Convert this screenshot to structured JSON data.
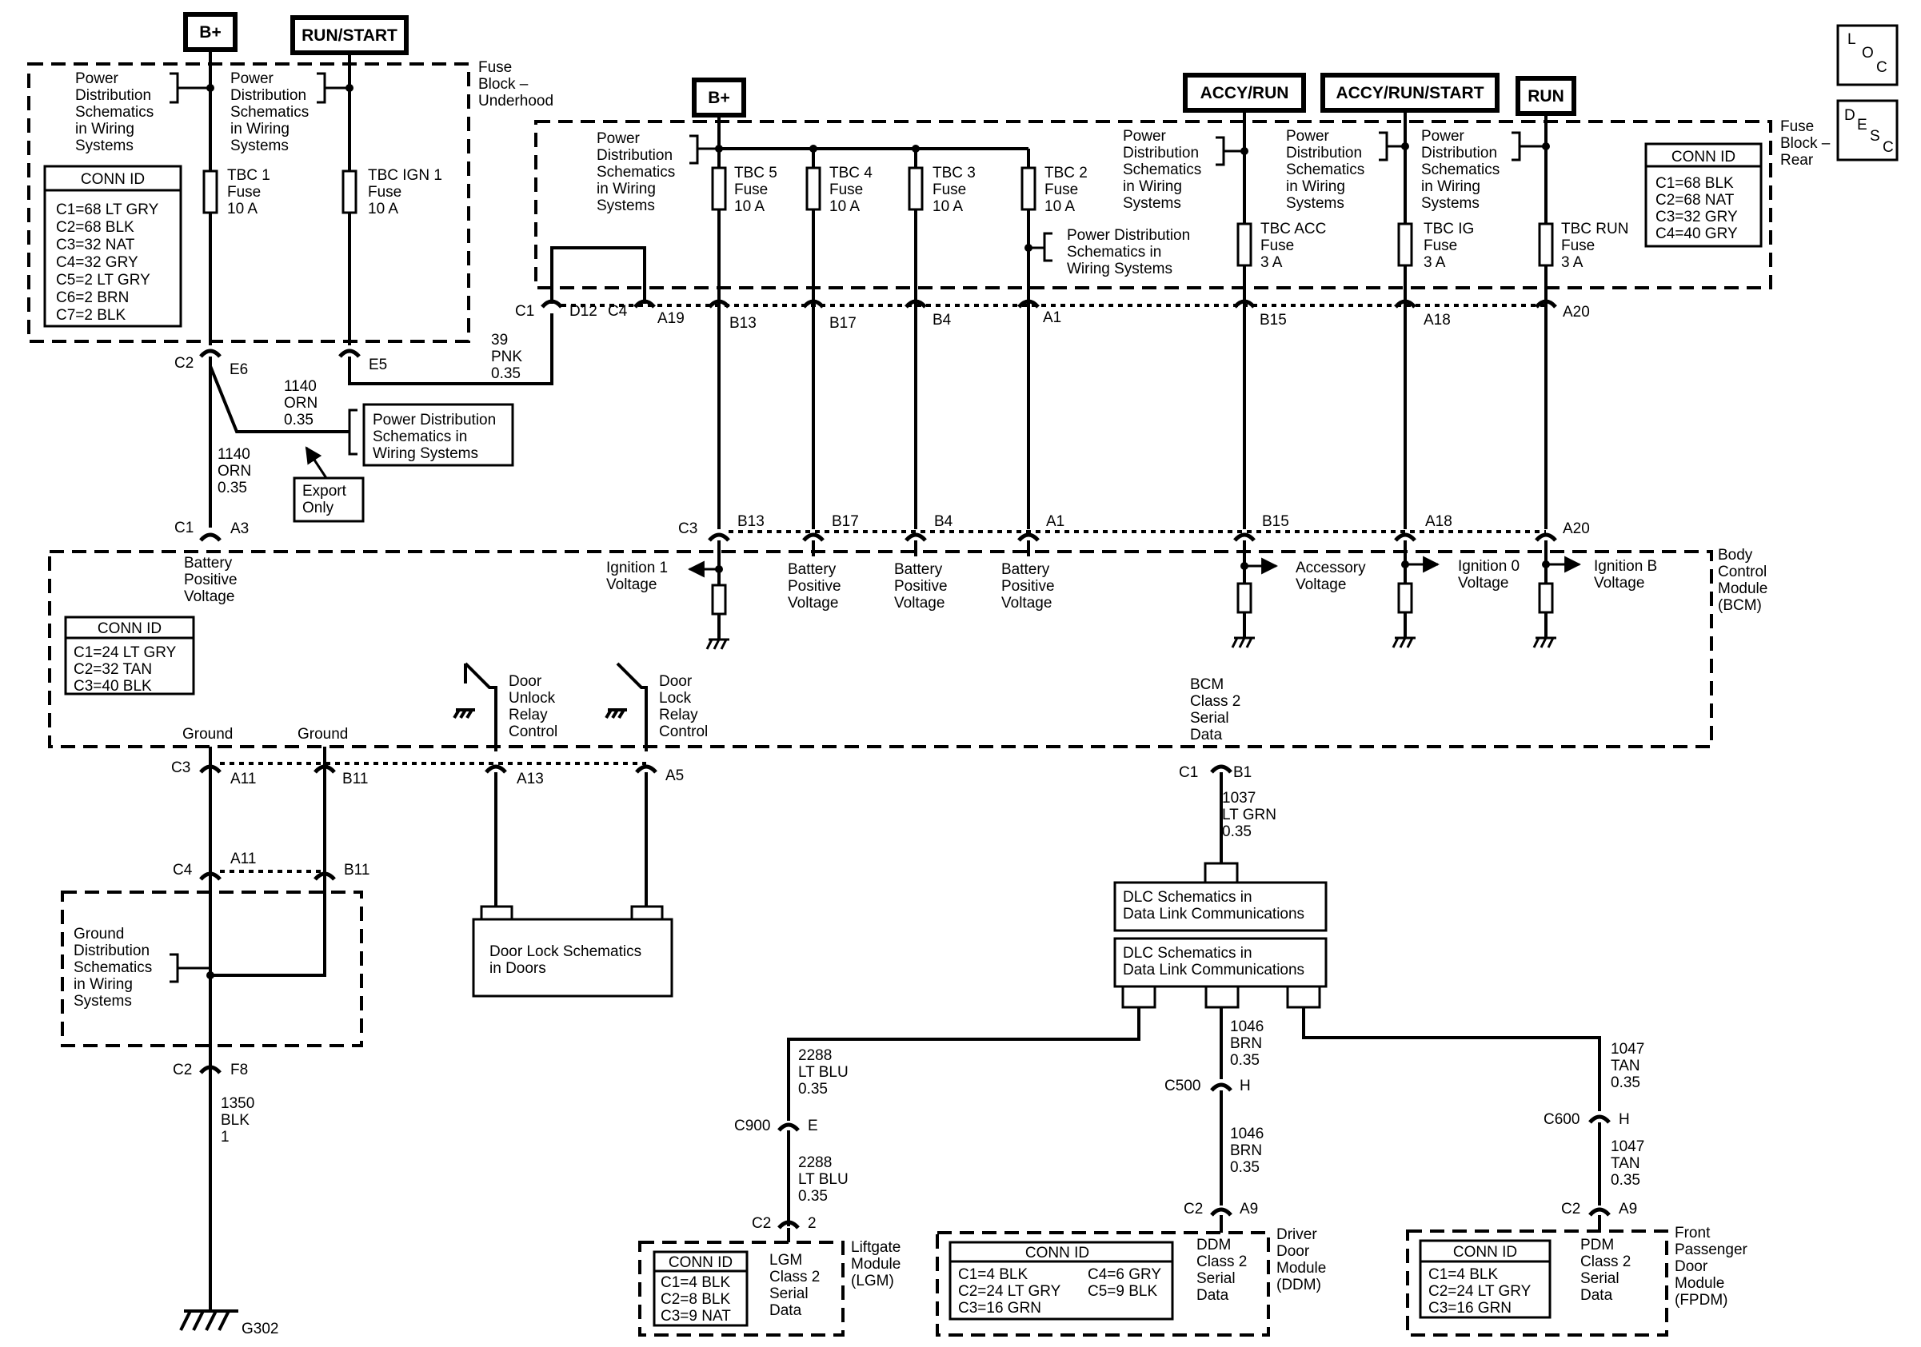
{
  "power_sources": {
    "bplus_left": "B+",
    "run_start": "RUN/START",
    "bplus_rear": "B+",
    "accy_run": "ACCY/RUN",
    "accy_run_start": "ACCY/RUN/START",
    "run": "RUN"
  },
  "corner": {
    "loc": [
      "L",
      "O",
      "C"
    ],
    "desc": [
      "D",
      "E",
      "S",
      "C"
    ]
  },
  "pds_lines": [
    "Power",
    "Distribution",
    "Schematics",
    "in Wiring",
    "Systems"
  ],
  "pds_box_lines": [
    "Power Distribution",
    "Schematics in",
    "Wiring Systems"
  ],
  "pds_inline_lines": [
    "Power Distribution",
    "Schematics in",
    "Wiring Systems"
  ],
  "export_only": [
    "Export",
    "Only"
  ],
  "fuse_block_underhood": [
    "Fuse",
    "Block –",
    "Underhood"
  ],
  "fuse_block_rear": [
    "Fuse",
    "Block –",
    "Rear"
  ],
  "fuses": {
    "tbc1": [
      "TBC 1",
      "Fuse",
      "10 A"
    ],
    "tbc_ign1": [
      "TBC IGN 1",
      "Fuse",
      "10 A"
    ],
    "tbc5": [
      "TBC 5",
      "Fuse",
      "10 A"
    ],
    "tbc4": [
      "TBC 4",
      "Fuse",
      "10 A"
    ],
    "tbc3": [
      "TBC 3",
      "Fuse",
      "10 A"
    ],
    "tbc2": [
      "TBC 2",
      "Fuse",
      "10 A"
    ],
    "tbc_acc": [
      "TBC ACC",
      "Fuse",
      "3 A"
    ],
    "tbc_ig": [
      "TBC IG",
      "Fuse",
      "3 A"
    ],
    "tbc_run": [
      "TBC RUN",
      "Fuse",
      "3 A"
    ]
  },
  "conn_id_underhood": {
    "title": "CONN ID",
    "rows": [
      "C1=68 LT GRY",
      "C2=68 BLK",
      "C3=32 NAT",
      "C4=32 GRY",
      "C5=2 LT GRY",
      "C6=2 BRN",
      "C7=2 BLK"
    ]
  },
  "conn_id_rear": {
    "title": "CONN ID",
    "rows": [
      "C1=68 BLK",
      "C2=68 NAT",
      "C3=32 GRY",
      "C4=40 GRY"
    ]
  },
  "conn_id_bcm": {
    "title": "CONN ID",
    "rows": [
      "C1=24 LT GRY",
      "C2=32 TAN",
      "C3=40 BLK"
    ]
  },
  "conn_id_lgm": {
    "title": "CONN ID",
    "rows": [
      "C1=4 BLK",
      "C2=8 BLK",
      "C3=9 NAT"
    ]
  },
  "conn_id_ddm": {
    "title": "CONN ID",
    "rows_left": [
      "C1=4 BLK",
      "C2=24 LT GRY",
      "C3=16 GRN"
    ],
    "rows_right": [
      "C4=6 GRY",
      "C5=9 BLK"
    ]
  },
  "conn_id_fpdm": {
    "title": "CONN ID",
    "rows": [
      "C1=4 BLK",
      "C2=24 LT GRY",
      "C3=16 GRN"
    ]
  },
  "connector_labels": {
    "c2_e6": [
      "C2",
      "E6"
    ],
    "e5": "E5",
    "c1_d12": [
      "C1",
      "D12"
    ],
    "c4_a19": [
      "C4",
      "A19"
    ],
    "b13_top": "B13",
    "b17_top": "B17",
    "b4_top": "B4",
    "a1_top": "A1",
    "b15_top": "B15",
    "a18_top": "A18",
    "a20_top": "A20",
    "c1_a3": [
      "C1",
      "A3"
    ],
    "c3_b13": [
      "C3",
      "B13"
    ],
    "b17_bot": "B17",
    "b4_bot": "B4",
    "a1_bot": "A1",
    "b15_bot": "B15",
    "a18_bot": "A18",
    "a20_bot": "A20",
    "c3_a11": [
      "C3",
      "A11"
    ],
    "b11": "B11",
    "a13": "A13",
    "a5": "A5",
    "c1_b1": [
      "C1",
      "B1"
    ],
    "c4_a11": [
      "C4",
      "A11"
    ],
    "b11_lower": "B11",
    "c2_f8": [
      "C2",
      "F8"
    ],
    "c900_e": [
      "C900",
      "E"
    ],
    "c2_2": [
      "C2",
      "2"
    ],
    "c500_h": [
      "C500",
      "H"
    ],
    "c2_a9_ddm": [
      "C2",
      "A9"
    ],
    "c600_h": [
      "C600",
      "H"
    ],
    "c2_a9_fpdm": [
      "C2",
      "A9"
    ],
    "ground": "G302"
  },
  "wires": {
    "w39": [
      "39",
      "PNK",
      "0.35"
    ],
    "w1140_upper": [
      "1140",
      "ORN",
      "0.35"
    ],
    "w1140_lower": [
      "1140",
      "ORN",
      "0.35"
    ],
    "w1037": [
      "1037",
      "LT GRN",
      "0.35"
    ],
    "w1350": [
      "1350",
      "BLK",
      "1"
    ],
    "w2288_upper": [
      "2288",
      "LT BLU",
      "0.35"
    ],
    "w2288_lower": [
      "2288",
      "LT BLU",
      "0.35"
    ],
    "w1046_upper": [
      "1046",
      "BRN",
      "0.35"
    ],
    "w1046_lower": [
      "1046",
      "BRN",
      "0.35"
    ],
    "w1047_upper": [
      "1047",
      "TAN",
      "0.35"
    ],
    "w1047_lower": [
      "1047",
      "TAN",
      "0.35"
    ]
  },
  "bcm": {
    "name": [
      "Body",
      "Control",
      "Module",
      "(BCM)"
    ],
    "battery_positive_left": [
      "Battery",
      "Positive",
      "Voltage"
    ],
    "ignition1": [
      "Ignition 1",
      "Voltage"
    ],
    "batt_b17": [
      "Battery",
      "Positive",
      "Voltage"
    ],
    "batt_b4": [
      "Battery",
      "Positive",
      "Voltage"
    ],
    "batt_a1": [
      "Battery",
      "Positive",
      "Voltage"
    ],
    "accessory": [
      "Accessory",
      "Voltage"
    ],
    "ignition0": [
      "Ignition 0",
      "Voltage"
    ],
    "ignitionb": [
      "Ignition B",
      "Voltage"
    ],
    "door_unlock": [
      "Door",
      "Unlock",
      "Relay",
      "Control"
    ],
    "door_lock": [
      "Door",
      "Lock",
      "Relay",
      "Control"
    ],
    "serial": [
      "BCM",
      "Class 2",
      "Serial",
      "Data"
    ],
    "ground1": "Ground",
    "ground2": "Ground"
  },
  "ground_dist": [
    "Ground",
    "Distribution",
    "Schematics",
    "in Wiring",
    "Systems"
  ],
  "door_lock_box": [
    "Door Lock Schematics",
    "in Doors"
  ],
  "dlc_box1": [
    "DLC Schematics in",
    "Data Link Communications"
  ],
  "dlc_box2": [
    "DLC Schematics in",
    "Data Link Communications"
  ],
  "lgm": {
    "inner": [
      "LGM",
      "Class 2",
      "Serial",
      "Data"
    ],
    "name": [
      "Liftgate",
      "Module",
      "(LGM)"
    ]
  },
  "ddm": {
    "inner": [
      "DDM",
      "Class 2",
      "Serial",
      "Data"
    ],
    "name": [
      "Driver",
      "Door",
      "Module",
      "(DDM)"
    ]
  },
  "fpdm": {
    "inner": [
      "PDM",
      "Class 2",
      "Serial",
      "Data"
    ],
    "name": [
      "Front",
      "Passenger",
      "Door",
      "Module",
      "(FPDM)"
    ]
  }
}
